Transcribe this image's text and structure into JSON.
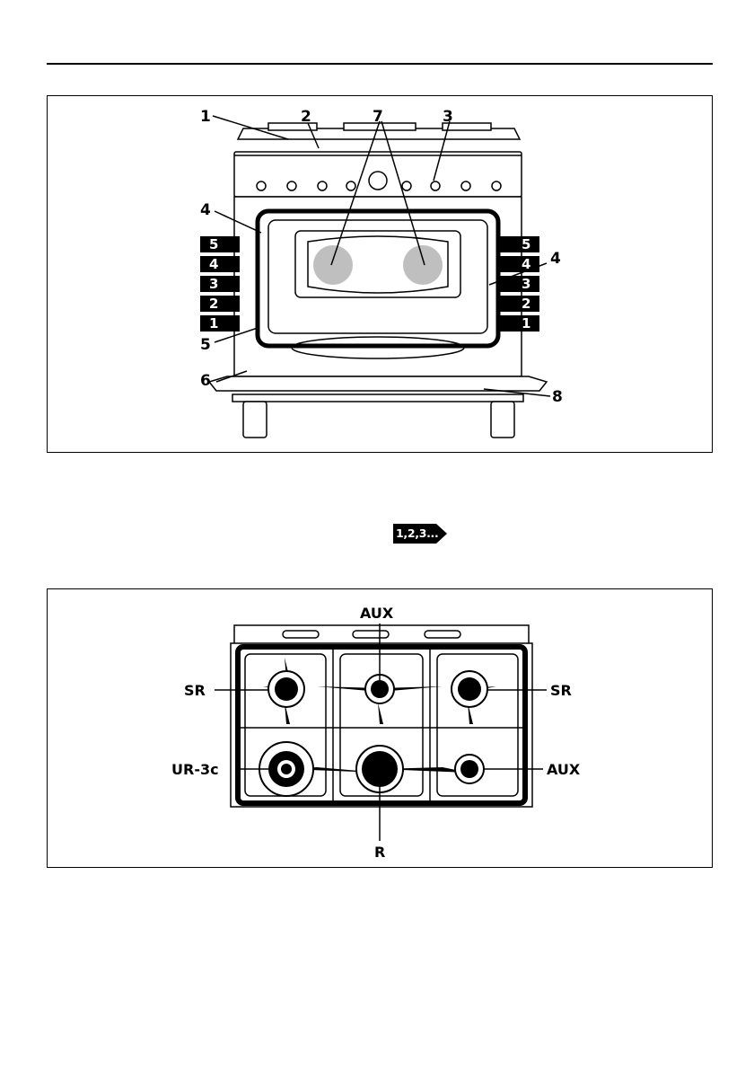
{
  "figure1": {
    "callouts": [
      "1",
      "2",
      "7",
      "3",
      "4",
      "4",
      "5",
      "6",
      "8"
    ],
    "shelf_levels_left": [
      "5",
      "4",
      "3",
      "2",
      "1"
    ],
    "shelf_levels_right": [
      "5",
      "4",
      "3",
      "2",
      "1"
    ]
  },
  "reference_badge": {
    "text": "1,2,3..."
  },
  "figure2": {
    "burners": {
      "top_center": "AUX",
      "top_left": "SR",
      "top_right": "SR",
      "bottom_left": "UR-3c",
      "bottom_right": "AUX",
      "bottom_center": "R"
    }
  }
}
